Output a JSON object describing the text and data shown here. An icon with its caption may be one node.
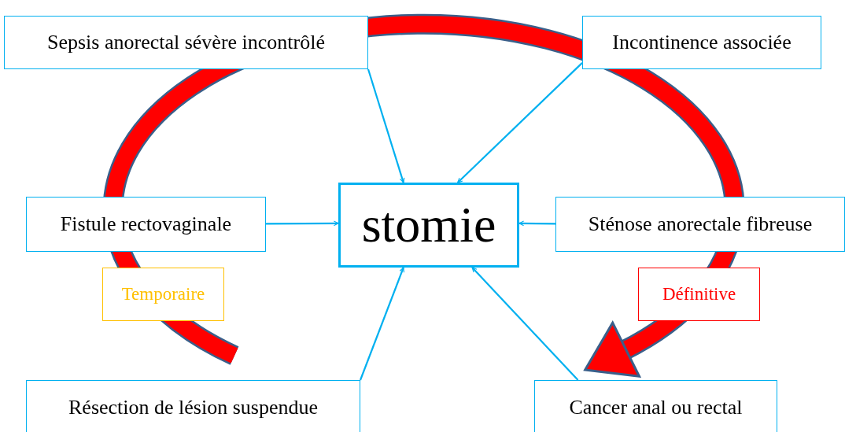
{
  "diagram": {
    "nodes": [
      {
        "text": [
          "stomie"
        ]
      },
      {
        "text": [
          "Sepsis anorectal sévère incontrôlé"
        ]
      },
      {
        "text": [
          "Incontinence associée"
        ]
      },
      {
        "text": [
          "Fistule rectovaginale"
        ]
      },
      {
        "text": [
          "Sténose anorectale fibreuse"
        ]
      },
      {
        "text": [
          "Temporaire"
        ]
      },
      {
        "text": [
          "Définitive"
        ]
      },
      {
        "text": [
          "Résection de lésion suspendue"
        ]
      },
      {
        "text": [
          "Cancer anal ou rectal"
        ]
      }
    ],
    "edges": [
      {
        "from": 1,
        "to": 0,
        "arrow": "to"
      },
      {
        "from": 2,
        "to": 0,
        "arrow": "to"
      },
      {
        "from": 3,
        "to": 0,
        "arrow": "to"
      },
      {
        "from": 4,
        "to": 0,
        "arrow": "to"
      },
      {
        "from": 7,
        "to": 0,
        "arrow": "to"
      },
      {
        "from": 8,
        "to": 0,
        "arrow": "to"
      }
    ]
  }
}
